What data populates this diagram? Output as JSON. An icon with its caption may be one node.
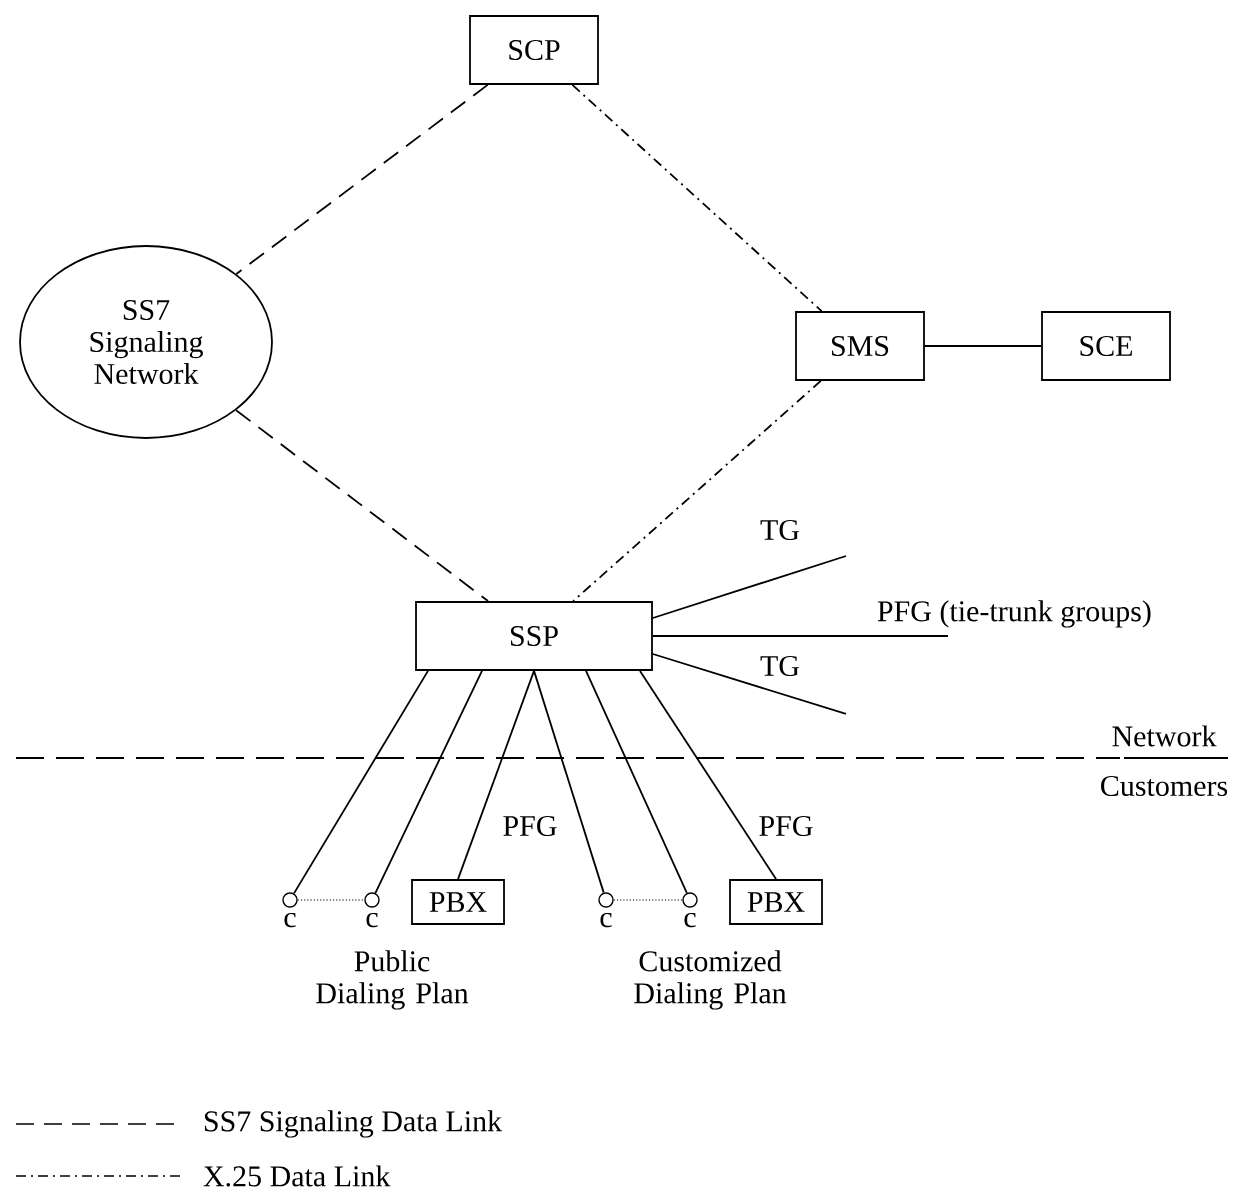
{
  "diagram": {
    "nodes": [
      {
        "text": [
          "SCP"
        ]
      },
      {
        "text": [
          "SS7 Signaling Network"
        ]
      },
      {
        "text": [
          "SMS"
        ]
      },
      {
        "text": [
          "SCE"
        ]
      },
      {
        "text": [
          "SSP"
        ]
      },
      {
        "text": [],
        "shape": "circle",
        "beside": [
          "c"
        ]
      },
      {
        "text": [],
        "shape": "circle",
        "beside": [
          "c"
        ]
      },
      {
        "text": [
          "PBX"
        ]
      },
      {
        "text": [],
        "shape": "circle",
        "beside": [
          "c"
        ]
      },
      {
        "text": [],
        "shape": "circle",
        "beside": [
          "c"
        ]
      },
      {
        "text": [
          "PBX"
        ]
      }
    ],
    "edges": [
      {
        "from": 0,
        "to": 1,
        "arrow": "none",
        "style": "dashed"
      },
      {
        "from": 0,
        "to": 2,
        "arrow": "none",
        "style": "dashed"
      },
      {
        "from": 1,
        "to": 4,
        "arrow": "none",
        "style": "dashed"
      },
      {
        "from": 2,
        "to": 4,
        "arrow": "none",
        "style": "dashed"
      },
      {
        "from": 2,
        "to": 3,
        "arrow": "none"
      },
      {
        "from": 4,
        "to": 5,
        "arrow": "none"
      },
      {
        "from": 4,
        "to": 6,
        "arrow": "none"
      },
      {
        "from": 4,
        "to": 7,
        "arrow": "none",
        "label": "PFG"
      },
      {
        "from": 4,
        "to": 8,
        "arrow": "none"
      },
      {
        "from": 4,
        "to": 9,
        "arrow": "none"
      },
      {
        "from": 4,
        "to": 10,
        "arrow": "none",
        "label": "PFG"
      },
      {
        "from": 5,
        "to": 6,
        "arrow": "none",
        "style": "dashed"
      },
      {
        "from": 8,
        "to": 9,
        "arrow": "none",
        "style": "dashed"
      },
      {
        "from": 4,
        "to": null,
        "arrow": "none",
        "label": "TG"
      },
      {
        "from": 4,
        "to": null,
        "arrow": "none",
        "label": "PFG (tie-trunk groups)"
      },
      {
        "from": 4,
        "to": null,
        "arrow": "none",
        "label": "TG"
      }
    ],
    "labels": [
      "Network",
      "Customers",
      "Public Dialing Plan",
      "Customized Dialing Plan"
    ],
    "legend": [
      {
        "text": "SS7 Signaling Data Link"
      },
      {
        "text": "X.25 Data Link"
      }
    ]
  }
}
